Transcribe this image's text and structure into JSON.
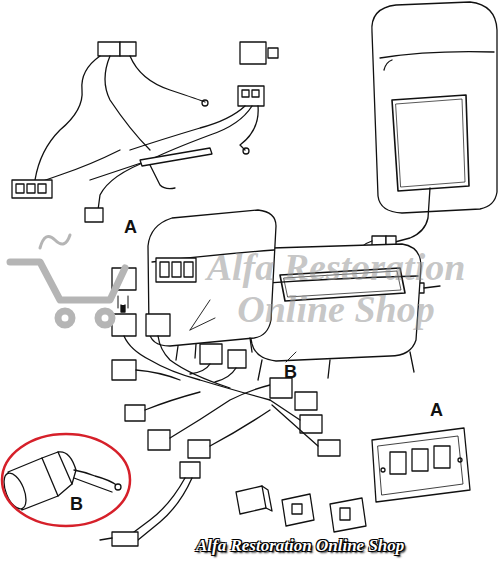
{
  "diagram": {
    "nodes": [
      {
        "text": [
          "B"
        ]
      }
    ],
    "labels": [
      "A",
      "Alfa Restoration Online Shop",
      "B",
      "A",
      "Alfa Restoration Online Shop"
    ]
  }
}
